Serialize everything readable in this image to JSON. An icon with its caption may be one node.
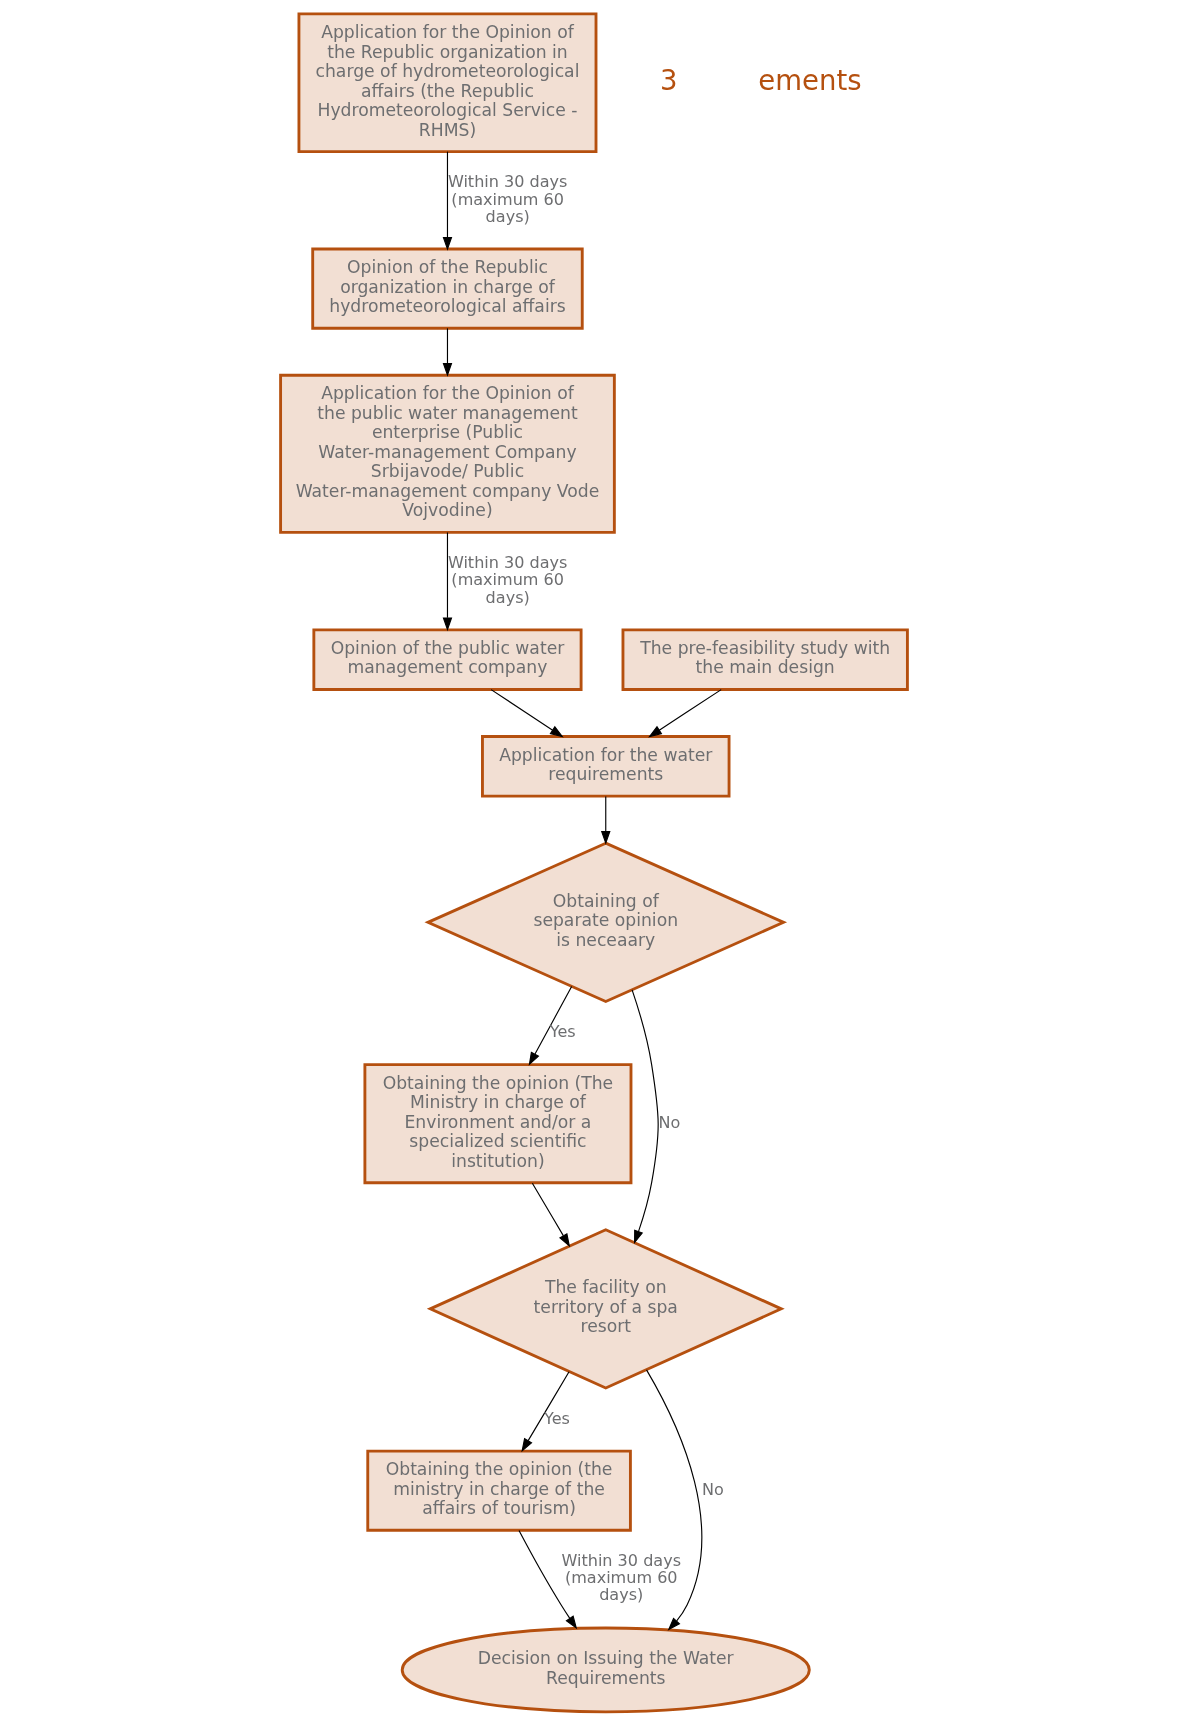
{
  "diagram": {
    "nodes": [
      {
        "text": [
          "Application for the Opinion of the Republic organization in charge of hydrometeorological affairs (the Republic Hydrometeorological Service - RHMS)"
        ]
      },
      {
        "text": [
          "The pre-feasibility study with the main design"
        ]
      },
      {
        "text": [
          "Application for the water requirements"
        ]
      },
      {
        "text": [
          "Opinion of the Republic organization in charge of hydrometeorological affairs"
        ]
      },
      {
        "text": [
          "Application for the Opinion of the public water management enterprise (Public Water-management Company Srbijavode/ Public Water-management company Vode Vojvodine)"
        ]
      },
      {
        "text": [
          "Obtaining of separate opinion is neceaary"
        ]
      },
      {
        "text": [
          "Obtaining the opinion (The Ministry in charge of Environment and/or a specialized scientific institution)"
        ]
      },
      {
        "text": [
          "The facility on territory of a spa resort"
        ]
      },
      {
        "text": [
          "Opinion of the public water management company"
        ]
      },
      {
        "text": [
          "Obtaining the opinion (the ministry in charge of the affairs of tourism)"
        ]
      },
      {
        "text": [
          "Decision on Issuing the Water Requirements"
        ]
      }
    ],
    "edges": [
      {
        "from": 0,
        "to": 3,
        "arrow": "to",
        "label": "Within 30 days (maximum 60 days)"
      },
      {
        "from": 1,
        "to": 2,
        "arrow": "to"
      },
      {
        "from": 8,
        "to": 2,
        "arrow": "to"
      },
      {
        "from": 3,
        "to": 4,
        "arrow": "to"
      },
      {
        "from": 4,
        "to": 8,
        "arrow": "to",
        "label": "Within 30 days (maximum 60 days)"
      },
      {
        "from": 2,
        "to": 5,
        "arrow": "to"
      },
      {
        "from": 5,
        "to": 6,
        "arrow": "to",
        "label": "Yes"
      },
      {
        "from": 5,
        "to": 7,
        "arrow": "to",
        "label": "No"
      },
      {
        "from": 6,
        "to": 7,
        "arrow": "to"
      },
      {
        "from": 7,
        "to": 9,
        "arrow": "to",
        "label": "Yes"
      },
      {
        "from": 7,
        "to": 10,
        "arrow": "to",
        "label": "No"
      },
      {
        "from": 9,
        "to": 10,
        "arrow": "to",
        "label": "Within 30 days (maximum 60 days)"
      }
    ],
    "labels": [
      "3",
      "ements"
    ]
  }
}
